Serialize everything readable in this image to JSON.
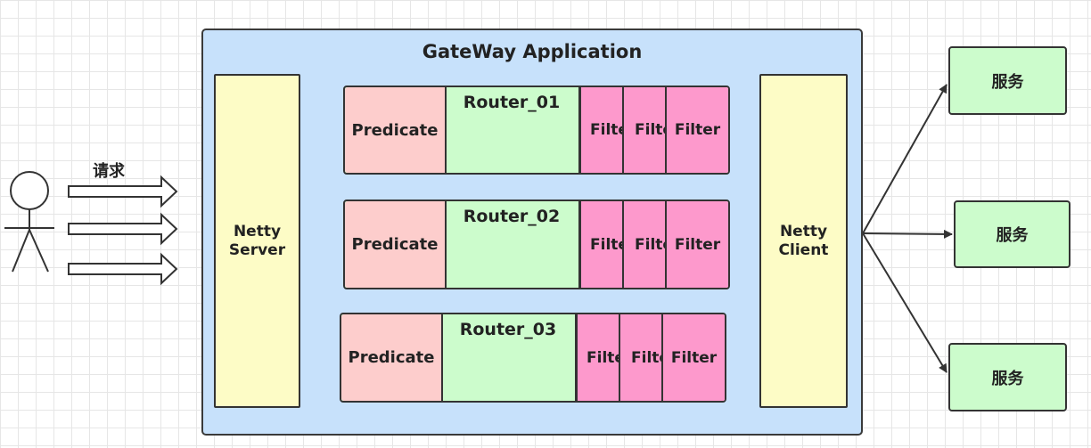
{
  "app": {
    "title": "GateWay Application"
  },
  "request_label": "请求",
  "netty_server": {
    "label": "Netty\nServer"
  },
  "netty_client": {
    "label": "Netty\nClient"
  },
  "routers": [
    {
      "name": "Router_01",
      "predicate": "Predicate",
      "filters": [
        "Filter",
        "Filter",
        "Filter"
      ]
    },
    {
      "name": "Router_02",
      "predicate": "Predicate",
      "filters": [
        "Filter",
        "Filter",
        "Filter"
      ]
    },
    {
      "name": "Router_03",
      "predicate": "Predicate",
      "filters": [
        "Filter",
        "Filter",
        "Filter"
      ]
    }
  ],
  "services": [
    {
      "label": "服务"
    },
    {
      "label": "服务"
    },
    {
      "label": "服务"
    }
  ],
  "colors": {
    "app_bg": "#c7e1fb",
    "netty_bg": "#fdfcc6",
    "predicate_bg": "#fdcdcc",
    "router_bg": "#ccfccc",
    "filter_bg": "#fd99cc",
    "service_bg": "#ccfccc"
  }
}
